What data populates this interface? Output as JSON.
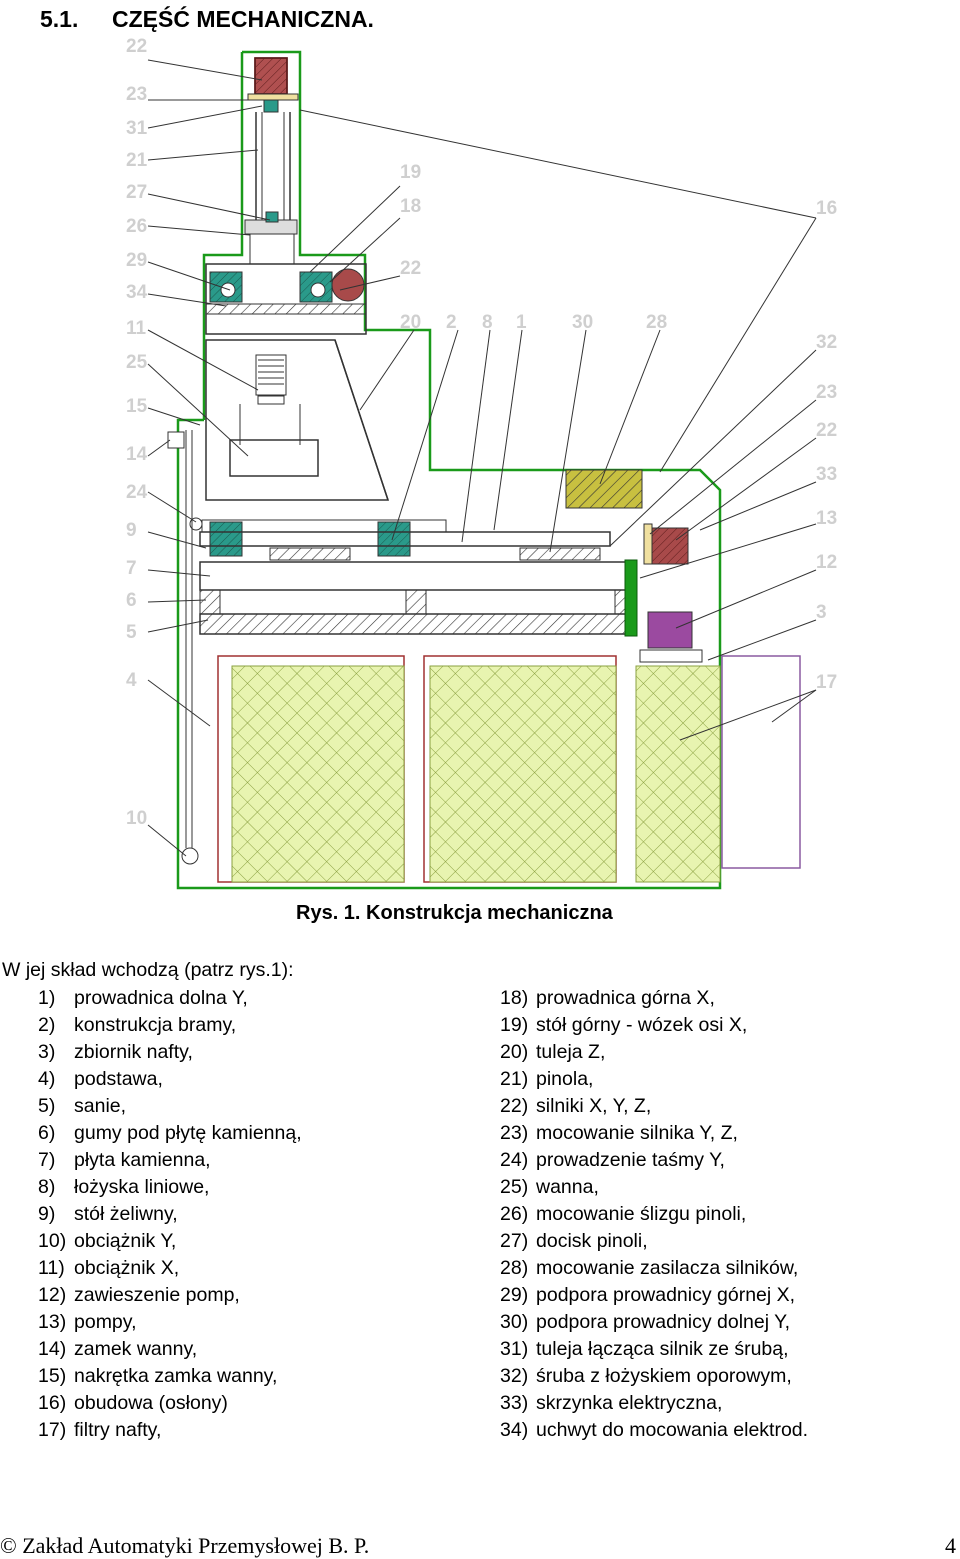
{
  "section": {
    "number": "5.1.",
    "title": "CZĘŚĆ MECHANICZNA."
  },
  "figure": {
    "caption": "Rys. 1. Konstrukcja mechaniczna",
    "callouts_left": [
      "22",
      "23",
      "31",
      "21",
      "27",
      "26",
      "29",
      "34",
      "11",
      "25",
      "15",
      "14",
      "24",
      "9",
      "7",
      "6",
      "5",
      "4",
      "10"
    ],
    "callouts_top": [
      "19",
      "18",
      "22",
      "20",
      "2",
      "8",
      "1",
      "30",
      "28"
    ],
    "callouts_right": [
      "16",
      "32",
      "23",
      "22",
      "33",
      "13",
      "12",
      "3",
      "17"
    ]
  },
  "intro": "W jej skład wchodzą  (patrz rys.1):",
  "parts_left": [
    {
      "n": "1)",
      "label": "prowadnica dolna Y,"
    },
    {
      "n": "2)",
      "label": "konstrukcja bramy,"
    },
    {
      "n": "3)",
      "label": "zbiornik nafty,"
    },
    {
      "n": "4)",
      "label": "podstawa,"
    },
    {
      "n": "5)",
      "label": "sanie,"
    },
    {
      "n": "6)",
      "label": "gumy pod płytę kamienną,"
    },
    {
      "n": "7)",
      "label": "płyta kamienna,"
    },
    {
      "n": "8)",
      "label": "łożyska liniowe,"
    },
    {
      "n": "9)",
      "label": "stół żeliwny,"
    },
    {
      "n": "10)",
      "label": "obciążnik Y,"
    },
    {
      "n": "11)",
      "label": "obciążnik X,"
    },
    {
      "n": "12)",
      "label": "zawieszenie pomp,"
    },
    {
      "n": "13)",
      "label": "pompy,"
    },
    {
      "n": "14)",
      "label": "zamek wanny,"
    },
    {
      "n": "15)",
      "label": "nakrętka zamka wanny,"
    },
    {
      "n": "16)",
      "label": "obudowa (osłony)"
    },
    {
      "n": "17)",
      "label": "filtry nafty,"
    }
  ],
  "parts_right": [
    {
      "n": "18)",
      "label": "prowadnica górna X,"
    },
    {
      "n": "19)",
      "label": "stół górny - wózek osi X,"
    },
    {
      "n": "20)",
      "label": "tuleja Z,"
    },
    {
      "n": "21)",
      "label": "pinola,"
    },
    {
      "n": "22)",
      "label": "silniki X, Y, Z,"
    },
    {
      "n": "23)",
      "label": "mocowanie silnika Y, Z,"
    },
    {
      "n": "24)",
      "label": "prowadzenie taśmy Y,"
    },
    {
      "n": "25)",
      "label": "wanna,"
    },
    {
      "n": "26)",
      "label": "mocowanie ślizgu pinoli,"
    },
    {
      "n": "27)",
      "label": "docisk pinoli,"
    },
    {
      "n": "28)",
      "label": "mocowanie zasilacza silników,"
    },
    {
      "n": "29)",
      "label": "podpora prowadnicy górnej X,"
    },
    {
      "n": "30)",
      "label": "podpora prowadnicy dolnej Y,"
    },
    {
      "n": "31)",
      "label": "tuleja łącząca silnik ze śrubą,"
    },
    {
      "n": "32)",
      "label": "śruba z łożyskiem oporowym,"
    },
    {
      "n": "33)",
      "label": "skrzynka elektryczna,"
    },
    {
      "n": "34)",
      "label": "uchwyt do mocowania elektrod."
    }
  ],
  "footer": {
    "copyright": "©",
    "text": "Zakład Automatyki Przemysłowej B. P.",
    "page": "4"
  },
  "colors": {
    "housing": "#1a9a1a",
    "motor": "#9c3a3a",
    "bearing": "#2a9a8a",
    "filter": "#c8e070",
    "pump": "#9b4aa0",
    "tank_outline": "#8a5aa0",
    "callout": "#cfcfcf"
  }
}
